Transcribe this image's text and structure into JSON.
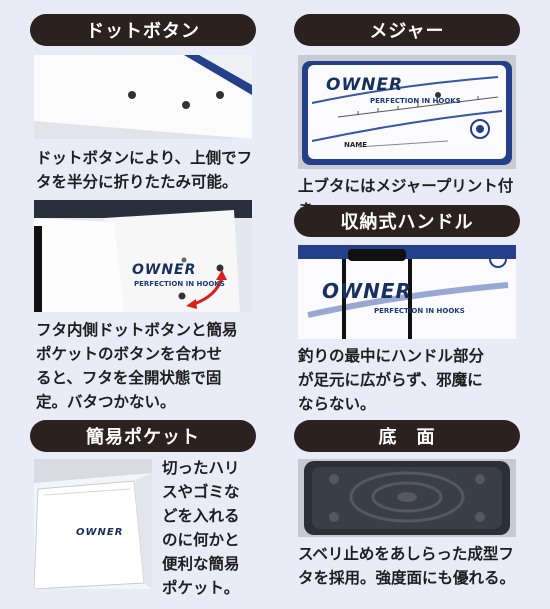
{
  "sections": {
    "dot_button": {
      "title": "ドットボタン",
      "caption": "ドットボタンにより、上側でフ\nタを半分に折りたたみ可能。"
    },
    "measure": {
      "title": "メジャー",
      "caption": "上ブタにはメジャープリント付き。",
      "logo": "OWNER",
      "tagline": "PERFECTION IN HOOKS",
      "name_label": "NAME"
    },
    "handle": {
      "title": "収納式ハンドル",
      "caption": "釣りの最中にハンドル部分\nが足元に広がらず、邪魔に\nならない。",
      "logo": "OWNER",
      "tagline": "PERFECTION IN HOOKS"
    },
    "dot_button_2": {
      "caption": "フタ内側ドットボタンと簡易\nポケットのボタンを合わせ\nると、フタを全開状態で固\n定。バタつかない。",
      "logo": "OWNER",
      "tagline": "PERFECTION IN HOOKS"
    },
    "pocket": {
      "title": "簡易ポケット",
      "caption": "切ったハリ\nスやゴミな\nどを入れる\nのに何かと\n便利な簡易\nポケット。",
      "logo": "OWNER"
    },
    "bottom": {
      "title": "底　面",
      "caption": "スベリ止めをあしらった成型フ\nタを採用。強度面にも優れる。"
    }
  },
  "colors": {
    "pill_bg": "#2b2220",
    "background": "#e9ebf7",
    "accent_red": "#d8201c",
    "navy": "#18305f"
  }
}
